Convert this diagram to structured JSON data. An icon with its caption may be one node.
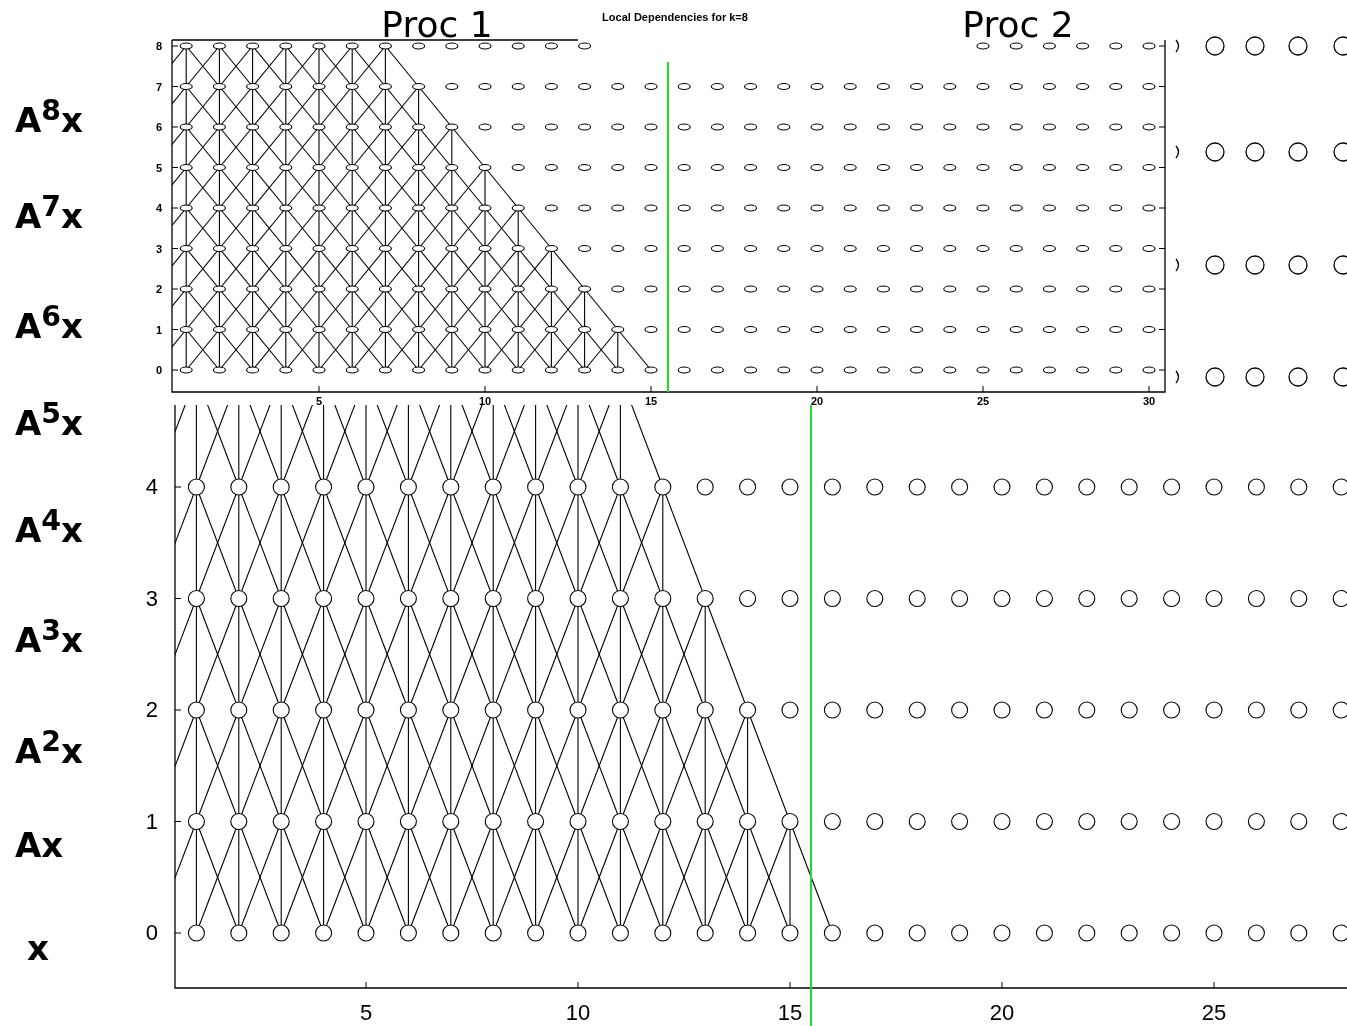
{
  "diagram": {
    "title": "Local Dependencies for k=8",
    "labels": [
      "Proc 1",
      "Proc 2",
      "A$^{8}$x",
      "A$^{7}$x",
      "A$^{6}$x",
      "A$^{5}$x",
      "A$^{4}$x",
      "A$^{3}$x",
      "A$^{2}$x",
      "Ax",
      "x",
      "8",
      "7",
      "6",
      "5",
      "4",
      "3",
      "2",
      "1",
      "0",
      "5",
      "10",
      "15",
      "20",
      "25",
      "30",
      "4",
      "3",
      "2",
      "1",
      "0",
      "5",
      "10",
      "15",
      "20",
      "25"
    ]
  }
}
